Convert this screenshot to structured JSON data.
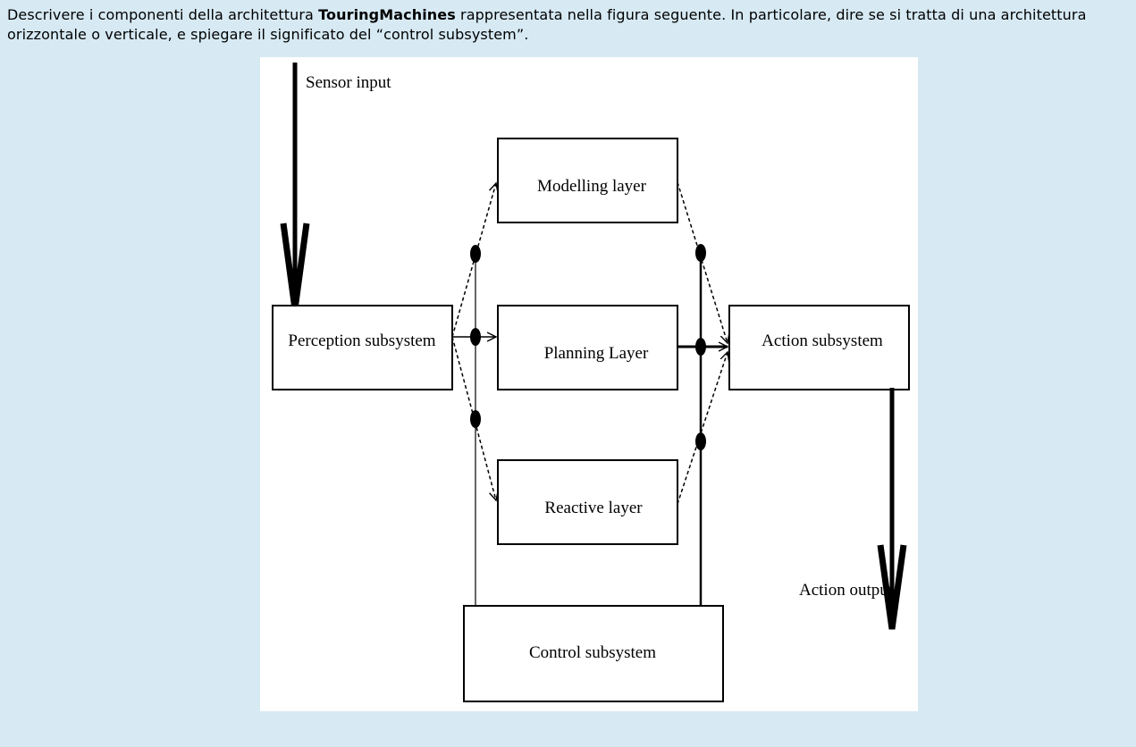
{
  "question": {
    "part1": "Descrivere i componenti della architettura ",
    "bold": "TouringMachines",
    "part2": " rappresentata nella figura seguente. In particolare, dire se si tratta di una architettura orizzontale o verticale, e spiegare il significato del “control subsystem”."
  },
  "diagram": {
    "sensor_input": "Sensor input",
    "perception_subsystem": "Perception subsystem",
    "modelling_layer": "Modelling layer",
    "planning_layer": "Planning Layer",
    "reactive_layer": "Reactive layer",
    "action_subsystem": "Action subsystem",
    "action_output": "Action output",
    "control_subsystem": "Control subsystem"
  }
}
